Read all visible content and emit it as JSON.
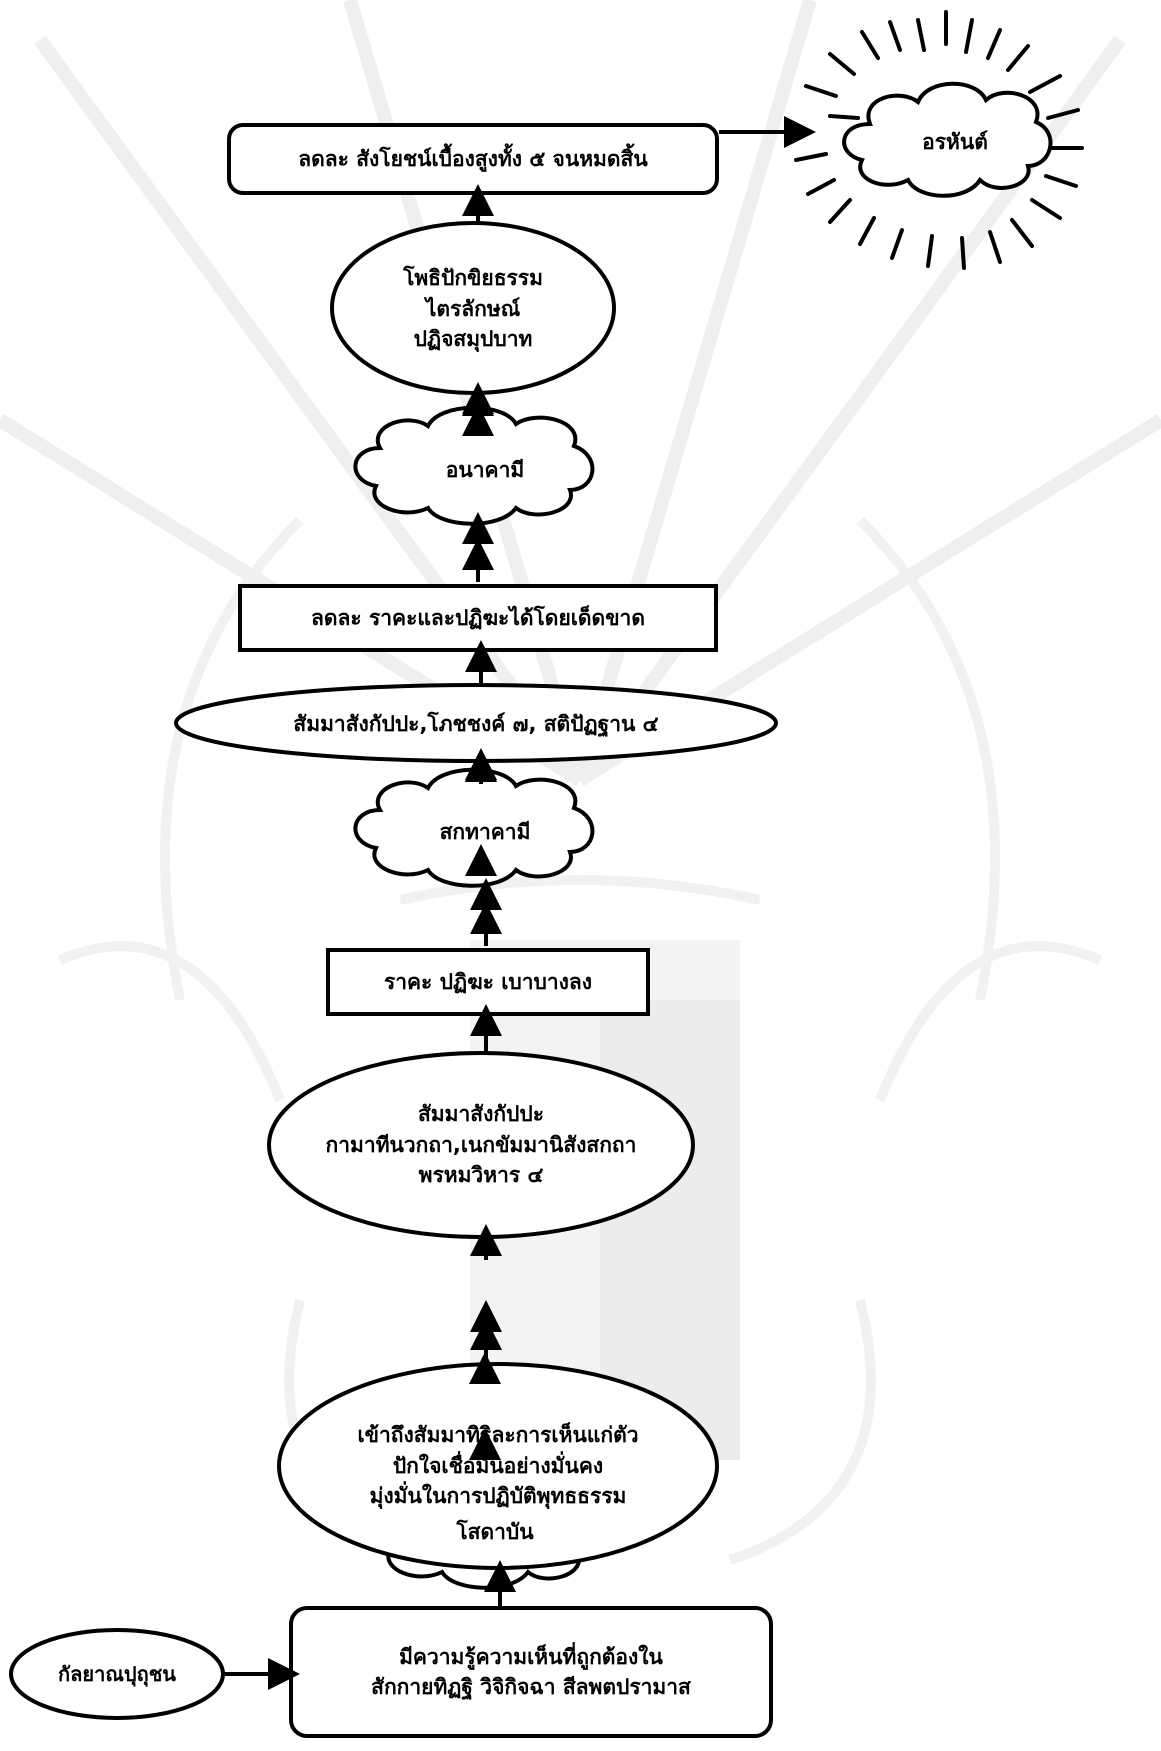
{
  "diagram": {
    "nodes": {
      "arahant": {
        "lines": [
          "อรหันต์"
        ]
      },
      "box_top": {
        "lines": [
          "ลดละ สังโยชน์เบื้องสูงทั้ง ๕ จนหมดสิ้น"
        ]
      },
      "ell_bodhi": {
        "lines": [
          "โพธิปักขิยธรรม",
          "ไตรลักษณ์",
          "ปฏิจสมุปบาท"
        ]
      },
      "anagami": {
        "lines": [
          "อนาคามี"
        ]
      },
      "box_raga": {
        "lines": [
          "ลดละ ราคะและปฏิฆะได้โดยเด็ดขาด"
        ]
      },
      "ell_sati": {
        "lines": [
          "สัมมาสังกัปปะ,โภชชงค์ ๗, สติปัฏฐาน ๔"
        ]
      },
      "sakadagami": {
        "lines": [
          "สกทาคามี"
        ]
      },
      "box_thin": {
        "lines": [
          "ราคะ ปฏิฆะ เบาบางลง"
        ]
      },
      "ell_kama": {
        "lines": [
          "สัมมาสังกัปปะ",
          "กามาทีนวกถา,เนกขัมมานิสังสกถา",
          "พรหมวิหาร ๔"
        ]
      },
      "sotapanna": {
        "lines": [
          "โสดาบัน"
        ]
      },
      "ell_view": {
        "lines": [
          "เข้าถึงสัมมาทิฐิละการเห็นแก่ตัว",
          "ปักใจเชื่อมั่นอย่างมั่นคง",
          "มุ่งมั่นในการปฏิบัติพุทธธรรม"
        ]
      },
      "kalyana": {
        "lines": [
          "กัลยาณปุถุชน"
        ]
      },
      "box_bottom": {
        "lines": [
          "มีความรู้ความเห็นที่ถูกต้องใน",
          "สักกายทิฏฐิ วิจิกิจฉา สีลพตปรามาส"
        ]
      }
    }
  }
}
